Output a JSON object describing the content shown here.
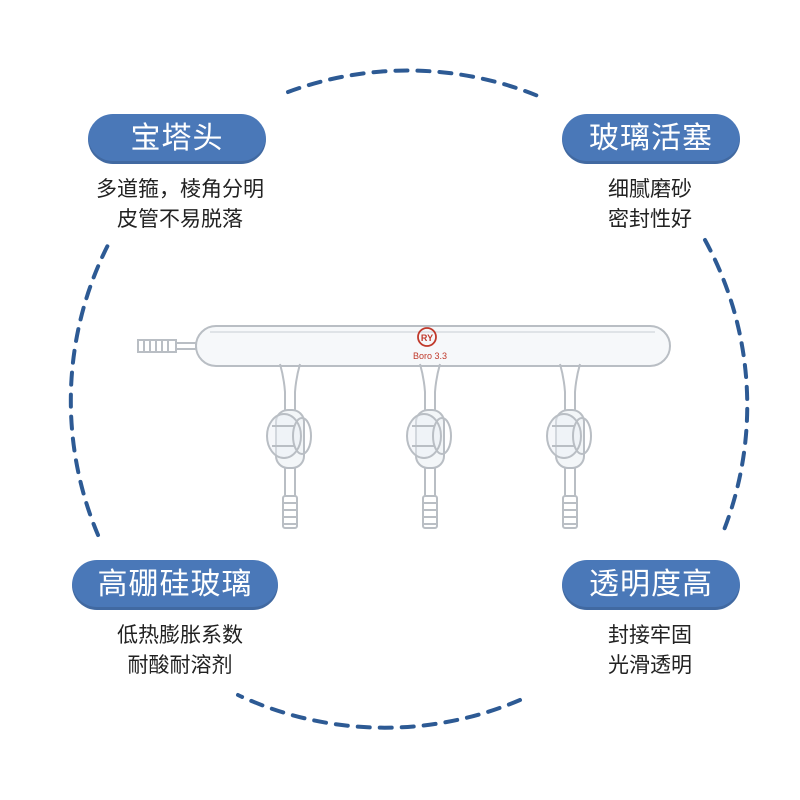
{
  "features": {
    "top_left": {
      "title": "宝塔头",
      "line1": "多道箍，棱角分明",
      "line2": "皮管不易脱落"
    },
    "top_right": {
      "title": "玻璃活塞",
      "line1": "细腻磨砂",
      "line2": "密封性好"
    },
    "bottom_left": {
      "title": "高硼硅玻璃",
      "line1": "低热膨胀系数",
      "line2": "耐酸耐溶剂"
    },
    "bottom_right": {
      "title": "透明度高",
      "line1": "封接牢固",
      "line2": "光滑透明"
    }
  },
  "product": {
    "logo_text": "RY",
    "glass_label": "Boro 3.3",
    "stopcock_count": 3
  },
  "colors": {
    "accent": "#4a78b8",
    "dashed_circle": "#2d5a94",
    "glass": "#b9bec4"
  }
}
